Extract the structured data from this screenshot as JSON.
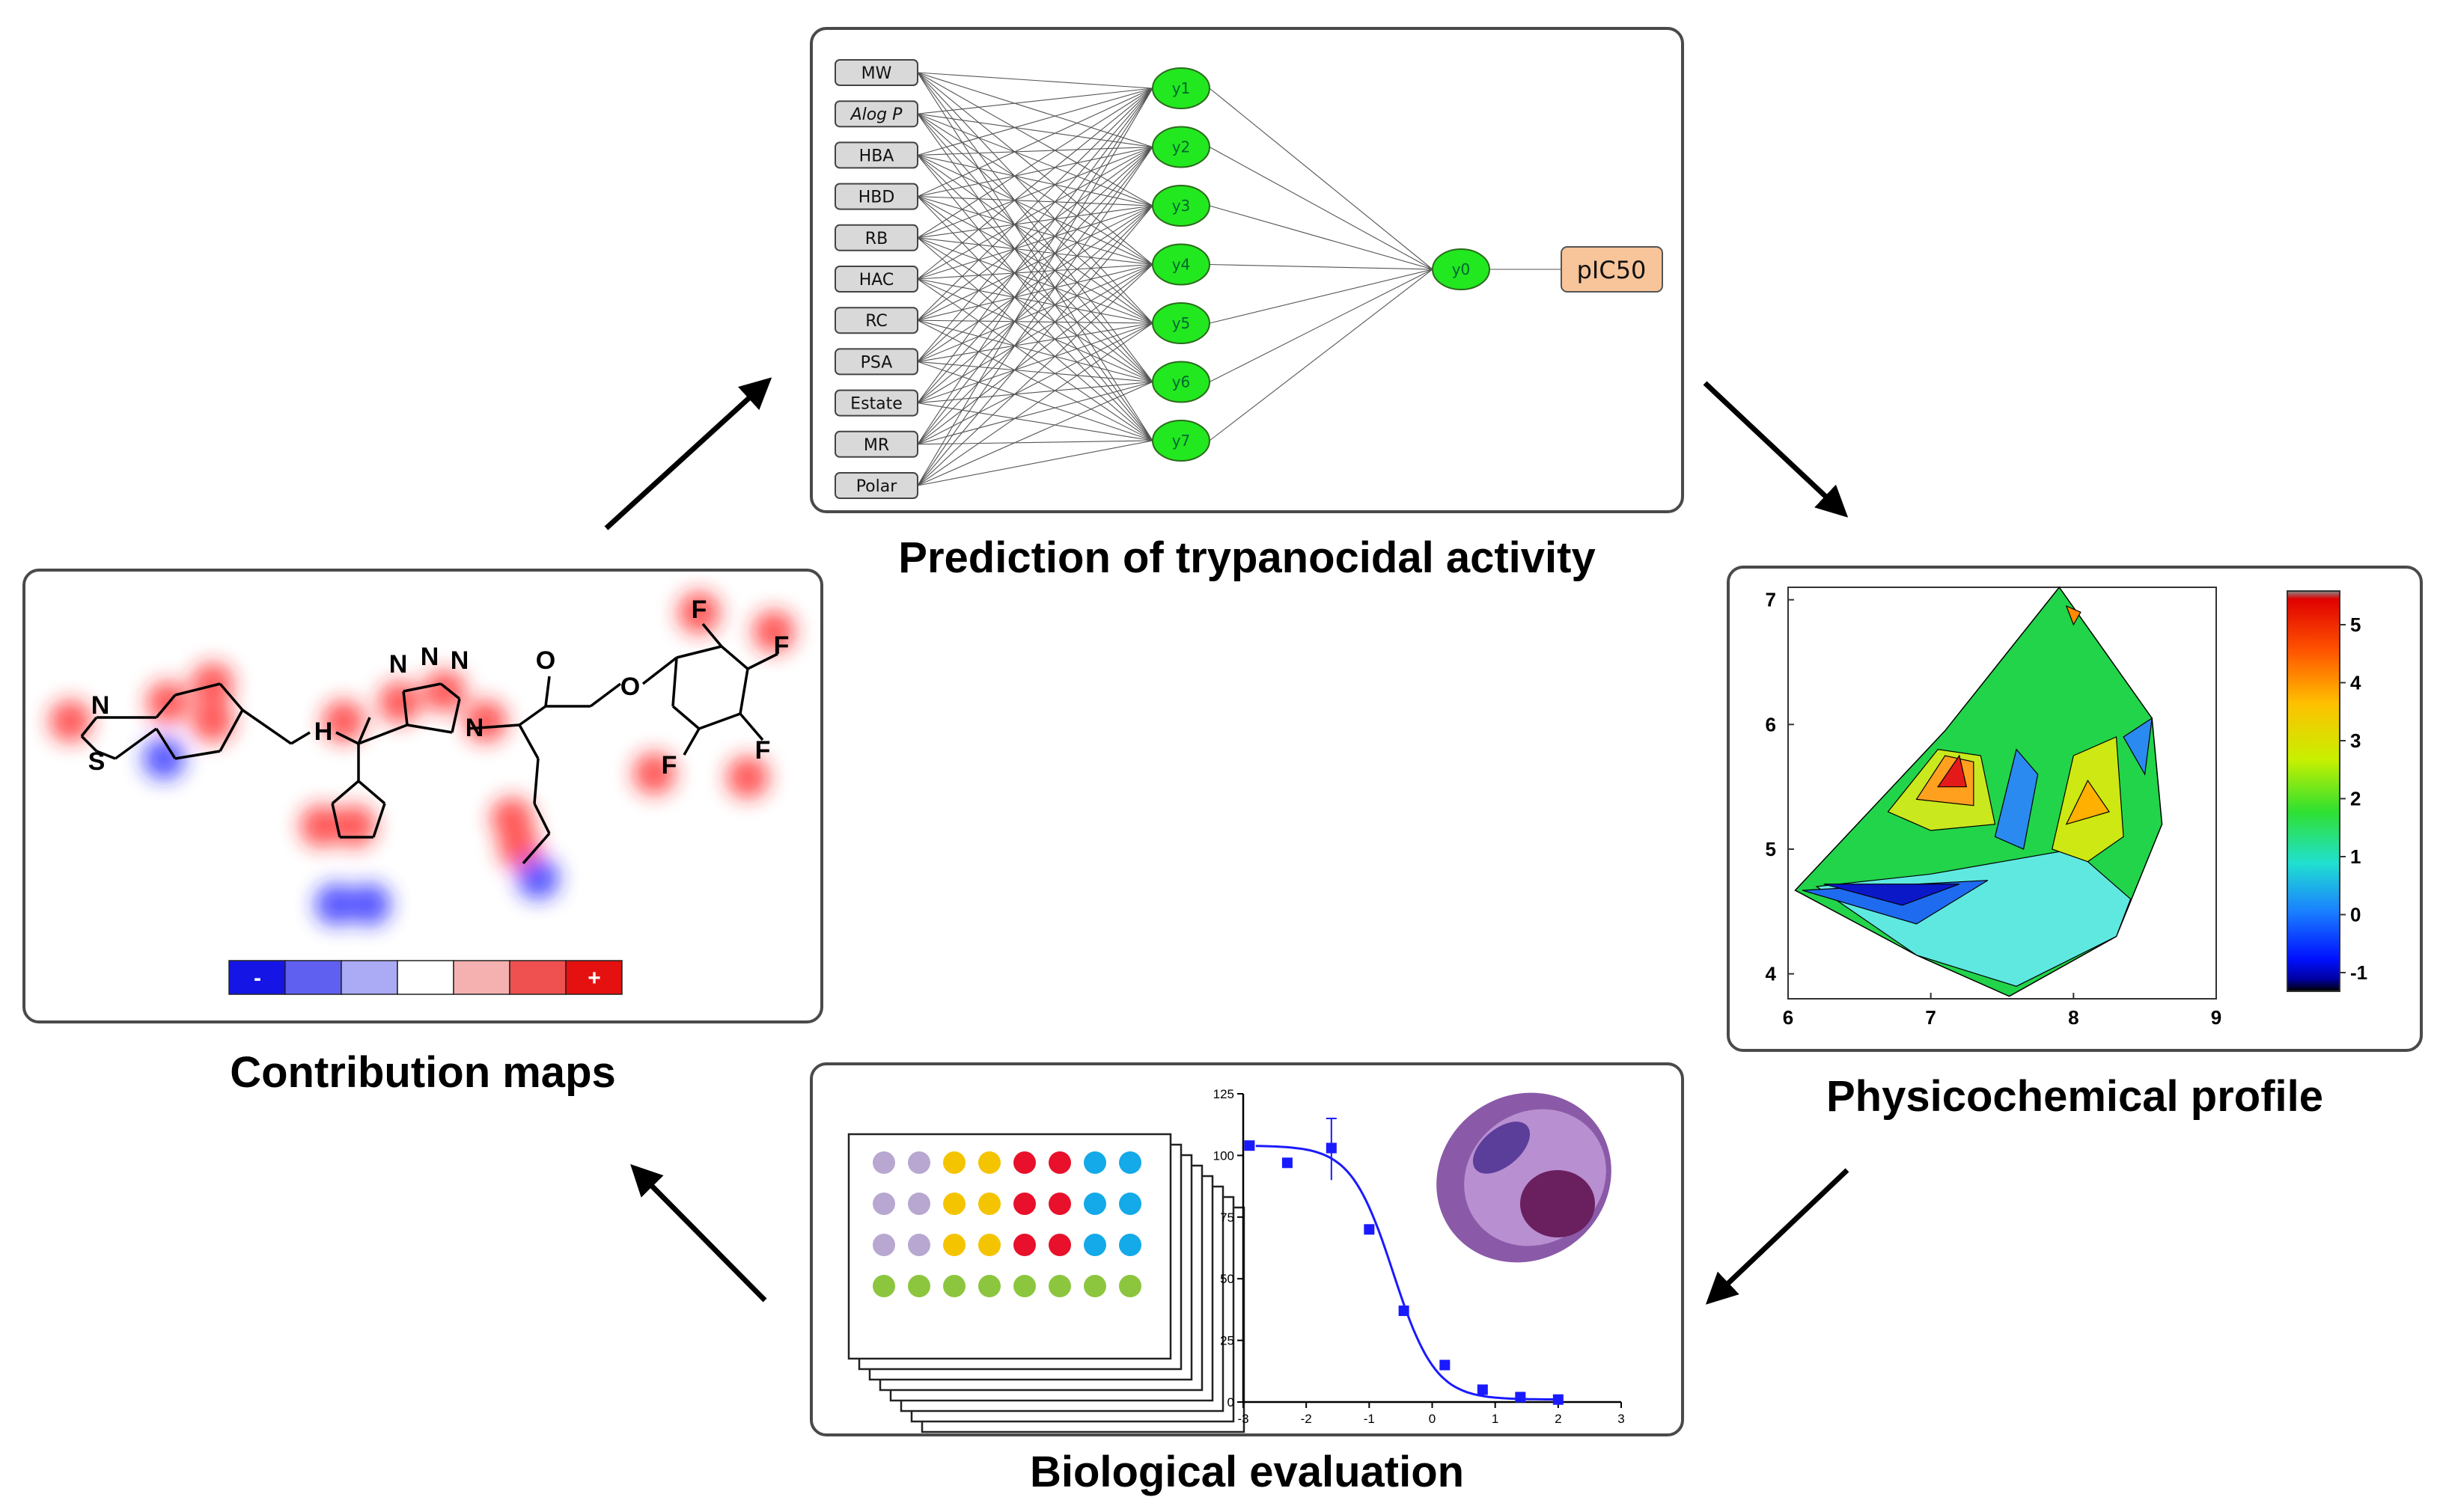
{
  "captions": {
    "top": "Prediction of trypanocidal activity",
    "right": "Physicochemical profile",
    "bottom": "Biological evaluation",
    "left": "Contribution maps"
  },
  "ann": {
    "inputs": [
      "MW",
      "Alog P",
      "HBA",
      "HBD",
      "RB",
      "HAC",
      "RC",
      "PSA",
      "Estate",
      "MR",
      "Polar"
    ],
    "hidden": [
      "y1",
      "y2",
      "y3",
      "y4",
      "y5",
      "y6",
      "y7"
    ],
    "output_node": "y0",
    "output_label": "pIC50",
    "input_color": "#d9d9d9",
    "node_color": "#22e81f",
    "output_color": "#f8c49a"
  },
  "contour": {
    "x_ticks": [
      "6",
      "7",
      "8",
      "9"
    ],
    "y_ticks": [
      "4",
      "5",
      "6",
      "7"
    ],
    "colorbar_ticks": [
      "5",
      "4",
      "3",
      "2",
      "1",
      "0",
      "-1"
    ]
  },
  "dose_response": {
    "type": "scatter",
    "x_ticks": [
      "-3",
      "-2",
      "-1",
      "0",
      "1",
      "2",
      "3"
    ],
    "y_ticks": [
      "0",
      "25",
      "50",
      "75",
      "100",
      "125"
    ],
    "xlim": [
      -3,
      3
    ],
    "ylim": [
      0,
      125
    ],
    "points": [
      {
        "x": -2.9,
        "y": 104
      },
      {
        "x": -2.3,
        "y": 97
      },
      {
        "x": -1.6,
        "y": 103
      },
      {
        "x": -1.0,
        "y": 70
      },
      {
        "x": -0.45,
        "y": 37
      },
      {
        "x": 0.2,
        "y": 15
      },
      {
        "x": 0.8,
        "y": 5
      },
      {
        "x": 1.4,
        "y": 2
      },
      {
        "x": 2.0,
        "y": 1
      }
    ],
    "series_color": "#1a1aff"
  },
  "plate": {
    "row_colors": [
      [
        "#b8a7d1",
        "#b8a7d1",
        "#f5c400",
        "#f5c400",
        "#e8102a",
        "#e8102a",
        "#14a9e8",
        "#14a9e8"
      ],
      [
        "#b8a7d1",
        "#b8a7d1",
        "#f5c400",
        "#f5c400",
        "#e8102a",
        "#e8102a",
        "#14a9e8",
        "#14a9e8"
      ],
      [
        "#b8a7d1",
        "#b8a7d1",
        "#f5c400",
        "#f5c400",
        "#e8102a",
        "#e8102a",
        "#14a9e8",
        "#14a9e8"
      ],
      [
        "#8cc63f",
        "#8cc63f",
        "#8cc63f",
        "#8cc63f",
        "#8cc63f",
        "#8cc63f",
        "#8cc63f",
        "#8cc63f"
      ]
    ]
  },
  "molecule": {
    "atoms": [
      "N",
      "S",
      "H",
      "N",
      "N",
      "N",
      "N",
      "O",
      "O",
      "F",
      "F",
      "F",
      "F"
    ],
    "scale_labels": [
      "-",
      "+"
    ],
    "scale_colors": [
      "#1515e6",
      "#6060f0",
      "#aaaaf5",
      "#ffffff",
      "#f5b0b0",
      "#ef5050",
      "#e51010"
    ]
  }
}
